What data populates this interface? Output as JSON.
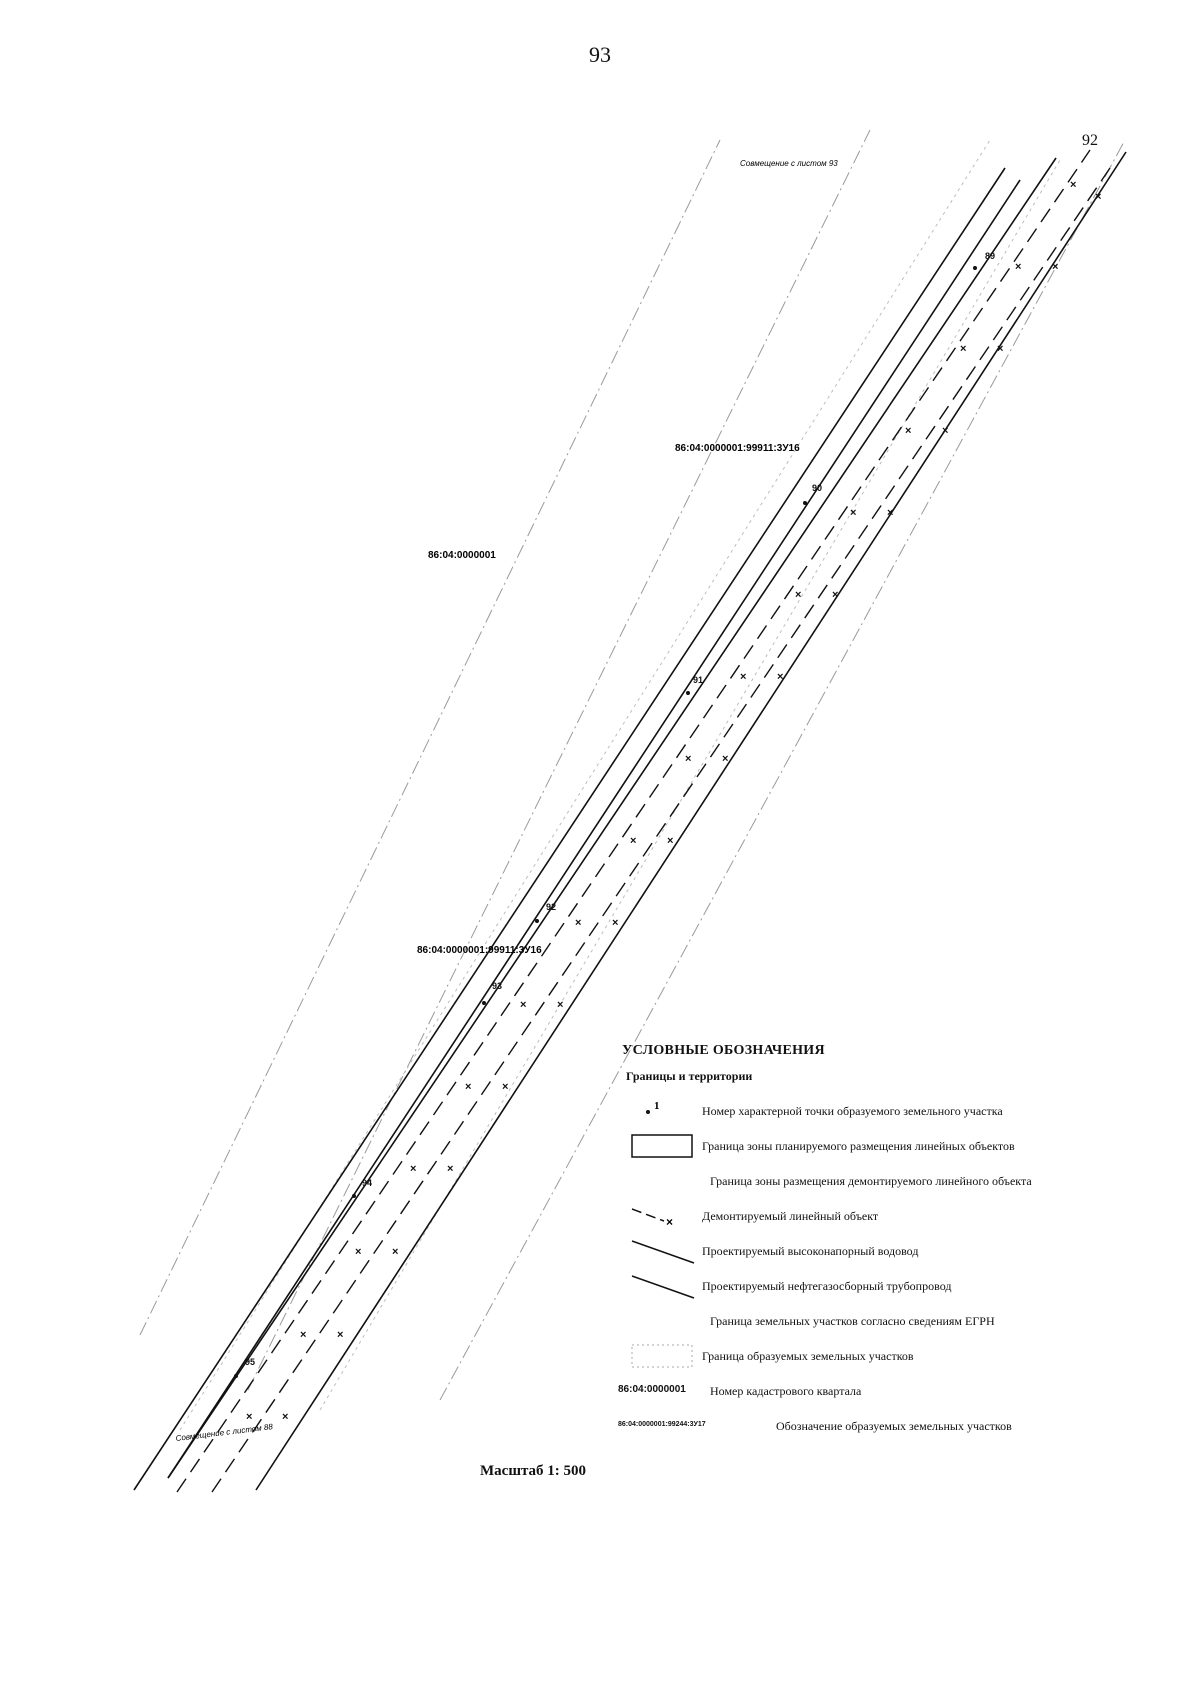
{
  "page_number": "93",
  "sheet_number": "92",
  "map": {
    "combine_top": "Совмещение с листом 93",
    "combine_bottom": "Совмещение с листом 88",
    "quarter_label": "86:04:0000001",
    "parcel_label_upper": "86:04:0000001:99911:3У16",
    "parcel_label_lower": "86:04:0000001:99911:3У16",
    "points": [
      "89",
      "90",
      "91",
      "92",
      "93",
      "94",
      "95"
    ]
  },
  "legend": {
    "title": "УСЛОВНЫЕ ОБОЗНАЧЕНИЯ",
    "subtitle": "Границы и территории",
    "items": [
      {
        "symbol": "point",
        "marker": "1",
        "label": "Номер характерной точки образуемого земельного участка"
      },
      {
        "symbol": "box",
        "label": "Граница зоны планируемого размещения линейных объектов"
      },
      {
        "symbol": "none",
        "label": "Граница зоны размещения демонтируемого линейного объекта"
      },
      {
        "symbol": "dash-x",
        "label": "Демонтируемый линейный объект"
      },
      {
        "symbol": "line",
        "label": "Проектируемый высоконапорный водовод"
      },
      {
        "symbol": "line",
        "label": "Проектируемый нефтегазосборный трубопровод"
      },
      {
        "symbol": "none",
        "label": "Граница земельных участков согласно сведениям ЕГРН"
      },
      {
        "symbol": "dotted-box",
        "label": "Граница образуемых земельных участков"
      },
      {
        "symbol": "code",
        "code": "86:04:0000001",
        "label": "Номер кадастрового квартала"
      },
      {
        "symbol": "code-small",
        "code": "86:04:0000001:99244:3У17",
        "label": "Обозначение образуемых земельных участков"
      }
    ]
  },
  "scale": "Масштаб 1: 500"
}
